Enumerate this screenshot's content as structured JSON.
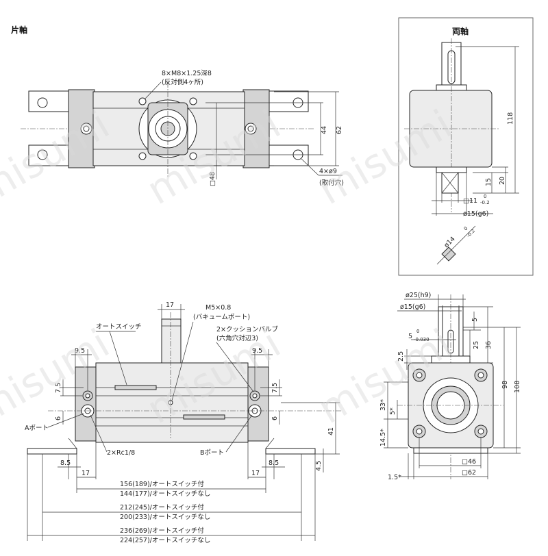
{
  "views": {
    "single_shaft": {
      "title": "片軸"
    },
    "double_shaft": {
      "title": "両軸"
    }
  },
  "watermark": {
    "text": "misumi"
  },
  "top_view_labels": {
    "tap_holes": "8×M8×1.25深8",
    "tap_holes_note": "(反対側4ヶ所)",
    "mount_holes": "4×ø9",
    "mount_holes_note": "(取付穴)",
    "dim_44": "44",
    "dim_62": "62",
    "dim_sq48": "□48"
  },
  "double_shaft_labels": {
    "dim_118": "118",
    "dim_15": "15",
    "dim_20": "20",
    "dim_sq11": "□11",
    "sq11_tol_upper": "0",
    "sq11_tol_lower": "-0.2",
    "dim_dia15g6": "ø15(g6)",
    "dim_dia14": "ø14",
    "dia14_tol_upper": "0",
    "dia14_tol_lower": "-0.2"
  },
  "front_view_labels": {
    "dim_17_top": "17",
    "vacuum_port": "M5×0.8",
    "vacuum_port_note": "(バキュームポート)",
    "auto_switch": "オートスイッチ",
    "cushion_valve": "2×クッションバルブ",
    "cushion_valve_note": "(六角穴対辺3)",
    "dim_9_5_left": "9.5",
    "dim_9_5_right": "9.5",
    "dim_7_5_left": "7.5",
    "dim_7_5_right": "7.5",
    "dim_6_left": "6",
    "dim_6_right": "6",
    "port_a": "Aポート",
    "port_b": "Bポート",
    "rc_ports": "2×Rc1/8",
    "dim_41": "41",
    "dim_4_5": "4.5",
    "dim_8_5_left": "8.5",
    "dim_8_5_right": "8.5",
    "dim_17_left": "17",
    "dim_17_right": "17",
    "overall_dims": [
      "156(189)/オートスイッチ付",
      "144(177)/オートスイッチなし",
      "212(245)/オートスイッチ付",
      "200(233)/オートスイッチなし",
      "236(269)/オートスイッチ付",
      "224(257)/オートスイッチなし"
    ]
  },
  "side_view_labels": {
    "dim_dia25h9": "ø25(h9)",
    "dim_dia15g6": "ø15(g6)",
    "dim_5": "5",
    "key_width": "5",
    "key_tol": "-0.030",
    "key_tol_upper": "0",
    "dim_25": "25",
    "dim_36": "36",
    "dim_98": "98",
    "dim_108": "108",
    "dim_2_5": "2.5",
    "dim_33": "33*",
    "dim_5_star": "5*",
    "dim_14_5": "14.5*",
    "dim_sq46": "□46",
    "dim_sq62": "□62",
    "dim_1_5": "1.5*"
  }
}
